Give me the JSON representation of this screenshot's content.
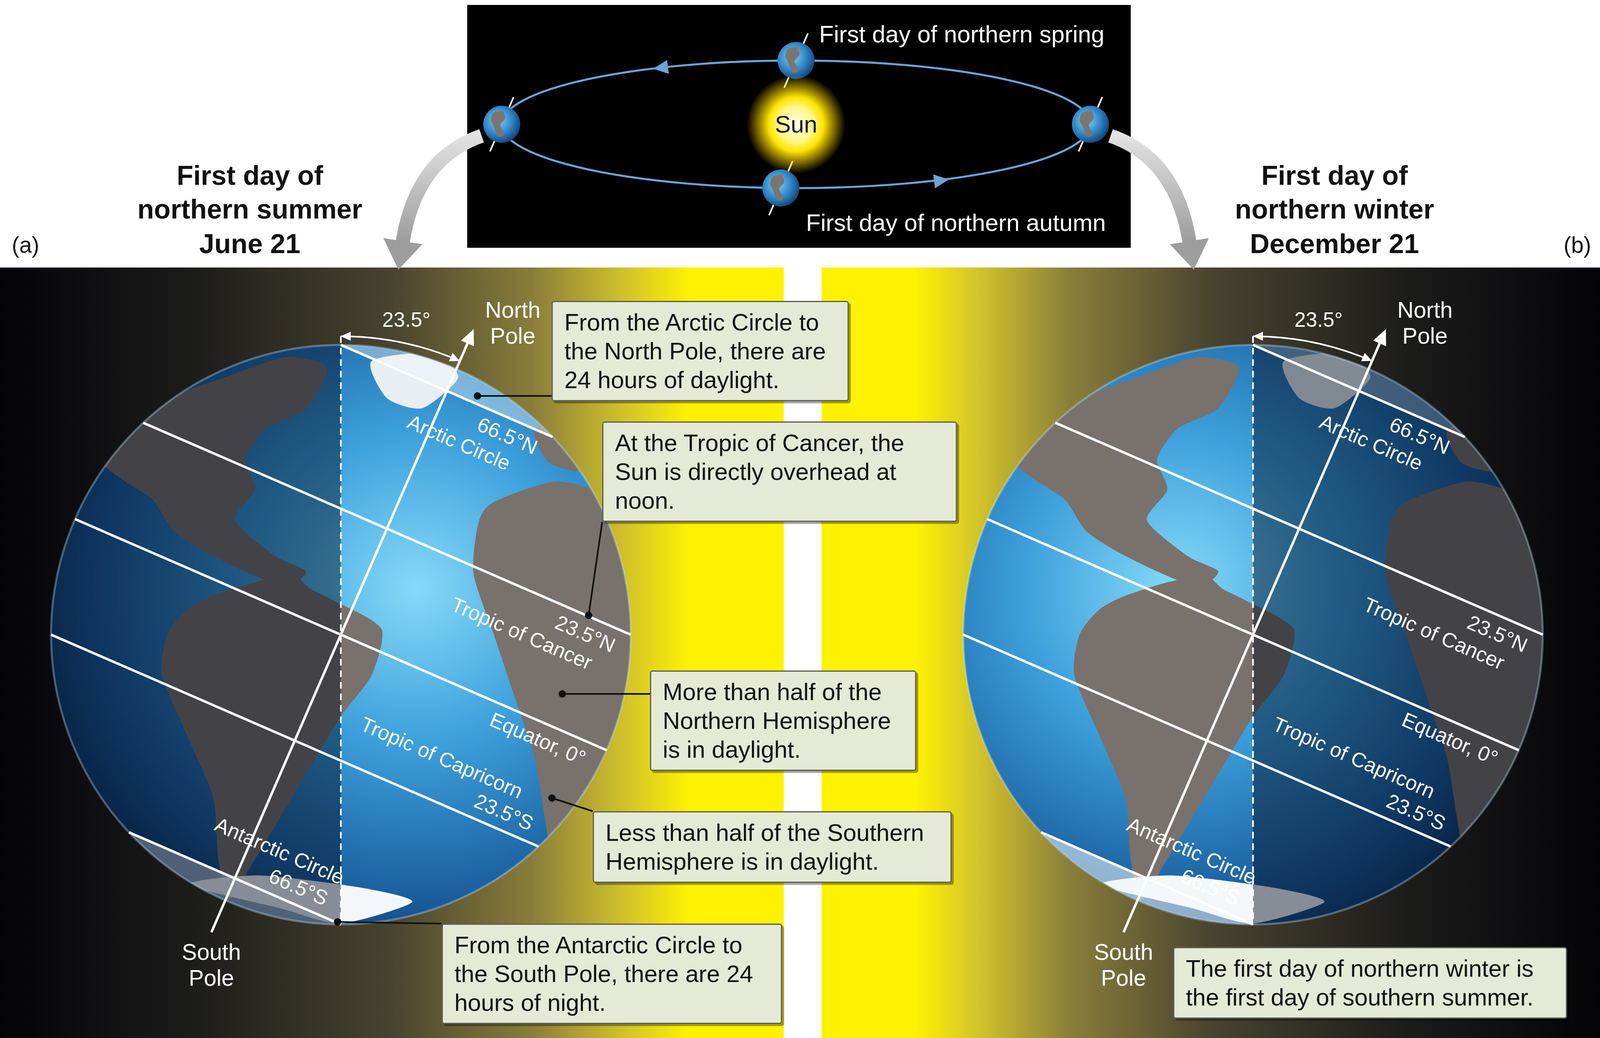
{
  "diagram": {
    "nodes": [
      {
        "text": [
          "Sun"
        ]
      },
      {
        "text": [
          "From the Arctic Circle to the North Pole, there are 24 hours of daylight."
        ]
      },
      {
        "text": [
          "At the Tropic of Cancer, the Sun is directly overhead at noon."
        ]
      },
      {
        "text": [
          "More than half of the Northern Hemisphere is in daylight."
        ]
      },
      {
        "text": [
          "Less than half of the Southern Hemisphere is in daylight."
        ]
      },
      {
        "text": [
          "From the Antarctic Circle to the South Pole, there are 24 hours of night."
        ]
      },
      {
        "text": [
          "The first day of northern winter is the first day of southern summer."
        ]
      }
    ],
    "labels": [
      "First day of northern spring",
      "First day of northern autumn",
      "First day of northern summer",
      "June 21",
      "First day of northern winter",
      "December 21",
      "(a)",
      "(b)",
      "23.5°",
      "North Pole",
      "66.5°N",
      "Arctic Circle",
      "23.5°N",
      "Tropic of Cancer",
      "Equator, 0°",
      "Tropic of Capricorn",
      "23.5°S",
      "Antarctic Circle",
      "66.5°S",
      "South Pole",
      "23.5°",
      "North Pole",
      "66.5°N",
      "Arctic Circle",
      "23.5°N",
      "Tropic of Cancer",
      "Equator, 0°",
      "Tropic of Capricorn",
      "23.5°S",
      "Antarctic Circle",
      "66.5°S",
      "South Pole"
    ]
  }
}
